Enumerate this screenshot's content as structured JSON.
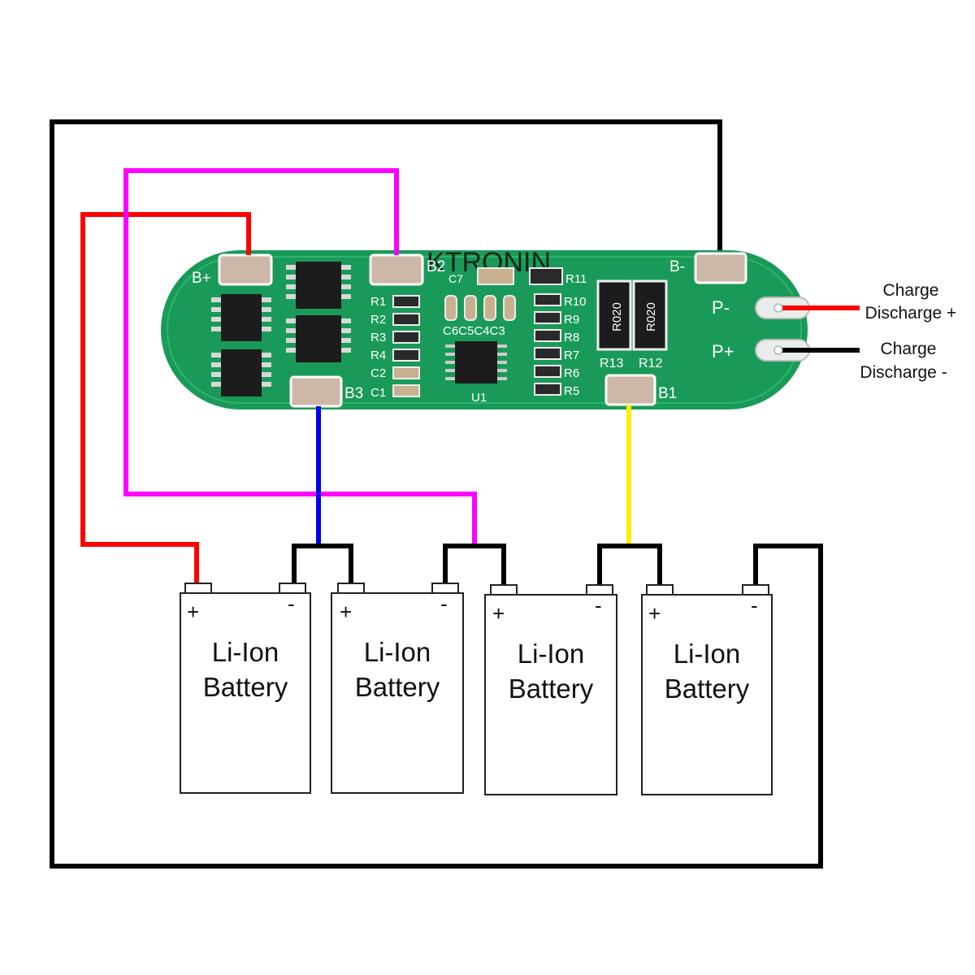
{
  "board": {
    "watermark": "KTRONIN",
    "pads": {
      "b_plus": "B+",
      "b2": "B2",
      "b3": "B3",
      "b1": "B1",
      "b_minus": "B-",
      "p_minus": "P-",
      "p_plus": "P+"
    },
    "silkscreen": {
      "r1": "R1",
      "r2": "R2",
      "r3": "R3",
      "r4": "R4",
      "c2": "C2",
      "c1": "C1",
      "c7": "C7",
      "c6c5c4c3": "C6C5C4C3",
      "u1": "U1",
      "r11": "R11",
      "r10": "R10",
      "r9": "R9",
      "r8": "R8",
      "r7": "R7",
      "r6": "R6",
      "r5": "R5",
      "r13": "R13",
      "r12": "R12",
      "shunt_marking": "R020"
    },
    "colors": {
      "pcb": "#1a9a58",
      "pad": "#cdb8a8"
    }
  },
  "outputs": {
    "positive": {
      "line1": "Charge",
      "line2": "Discharge +"
    },
    "negative": {
      "line1": "Charge",
      "line2": "Discharge -"
    }
  },
  "batteries": [
    {
      "plus": "+",
      "minus": "-",
      "line1": "Li-Ion",
      "line2": "Battery"
    },
    {
      "plus": "+",
      "minus": "-",
      "line1": "Li-Ion",
      "line2": "Battery"
    },
    {
      "plus": "+",
      "minus": "-",
      "line1": "Li-Ion",
      "line2": "Battery"
    },
    {
      "plus": "+",
      "minus": "-",
      "line1": "Li-Ion",
      "line2": "Battery"
    }
  ],
  "wire_colors": {
    "black": "#000000",
    "red": "#ff0000",
    "magenta": "#ff00ff",
    "blue": "#0000ee",
    "yellow": "#ffee00"
  }
}
